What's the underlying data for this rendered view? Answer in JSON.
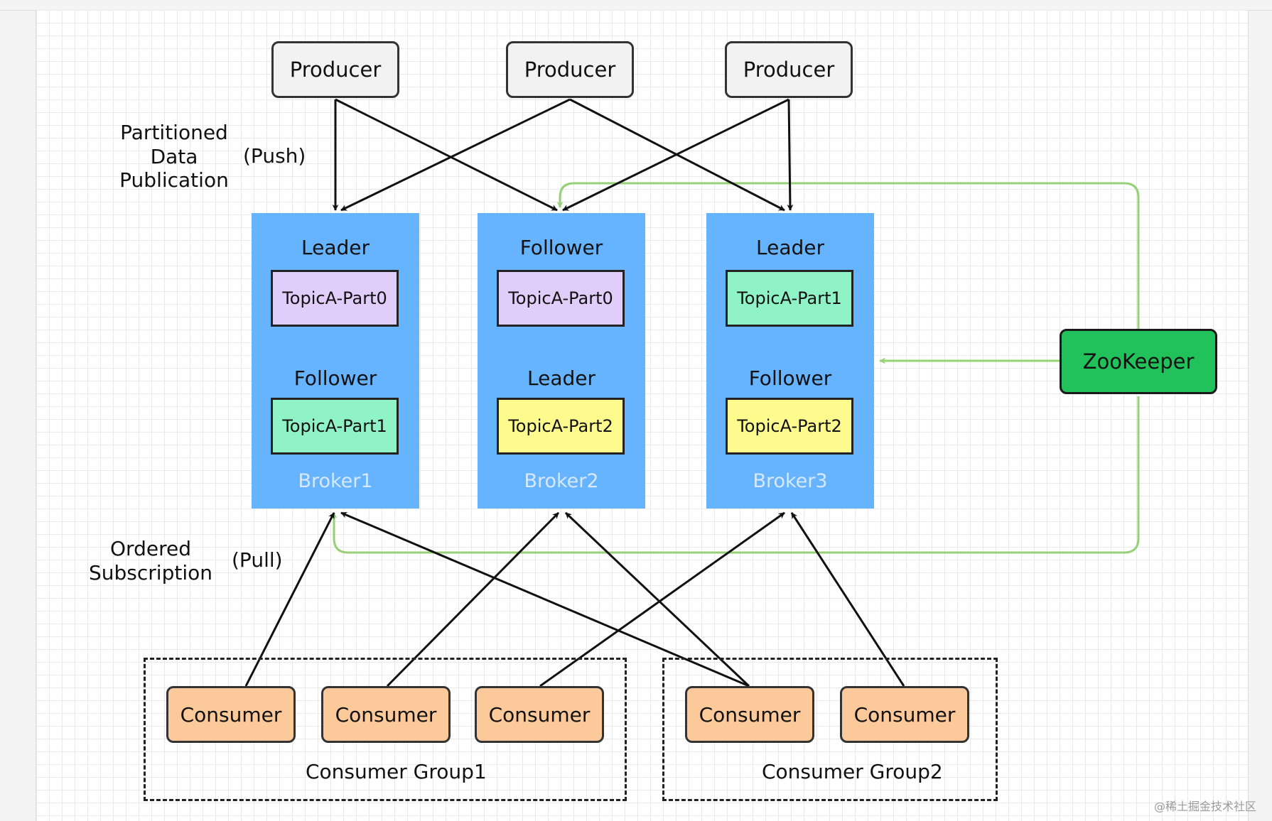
{
  "producers": [
    "Producer",
    "Producer",
    "Producer"
  ],
  "notes": {
    "publication": [
      "Partitioned",
      "Data",
      "Publication"
    ],
    "push": "(Push)",
    "subscription": [
      "Ordered",
      "Subscription"
    ],
    "pull": "(Pull)"
  },
  "brokers": [
    {
      "name": "Broker1",
      "top_role": "Leader",
      "top_part": "TopicA-Part0",
      "bottom_role": "Follower",
      "bottom_part": "TopicA-Part1"
    },
    {
      "name": "Broker2",
      "top_role": "Follower",
      "top_part": "TopicA-Part0",
      "bottom_role": "Leader",
      "bottom_part": "TopicA-Part2"
    },
    {
      "name": "Broker3",
      "top_role": "Leader",
      "top_part": "TopicA-Part1",
      "bottom_role": "Follower",
      "bottom_part": "TopicA-Part2"
    }
  ],
  "zookeeper": "ZooKeeper",
  "consumers": [
    "Consumer",
    "Consumer",
    "Consumer",
    "Consumer",
    "Consumer"
  ],
  "groups": [
    "Consumer Group1",
    "Consumer Group2"
  ],
  "colors": {
    "broker": "#66b3ff",
    "part0": "#e1cdfa",
    "part1": "#8ff3c6",
    "part2": "#fdfa8e",
    "consumer": "#fcc99a",
    "zookeeper": "#21c15b",
    "zk_link": "#97d077"
  },
  "watermark": "@稀土掘金技术社区"
}
